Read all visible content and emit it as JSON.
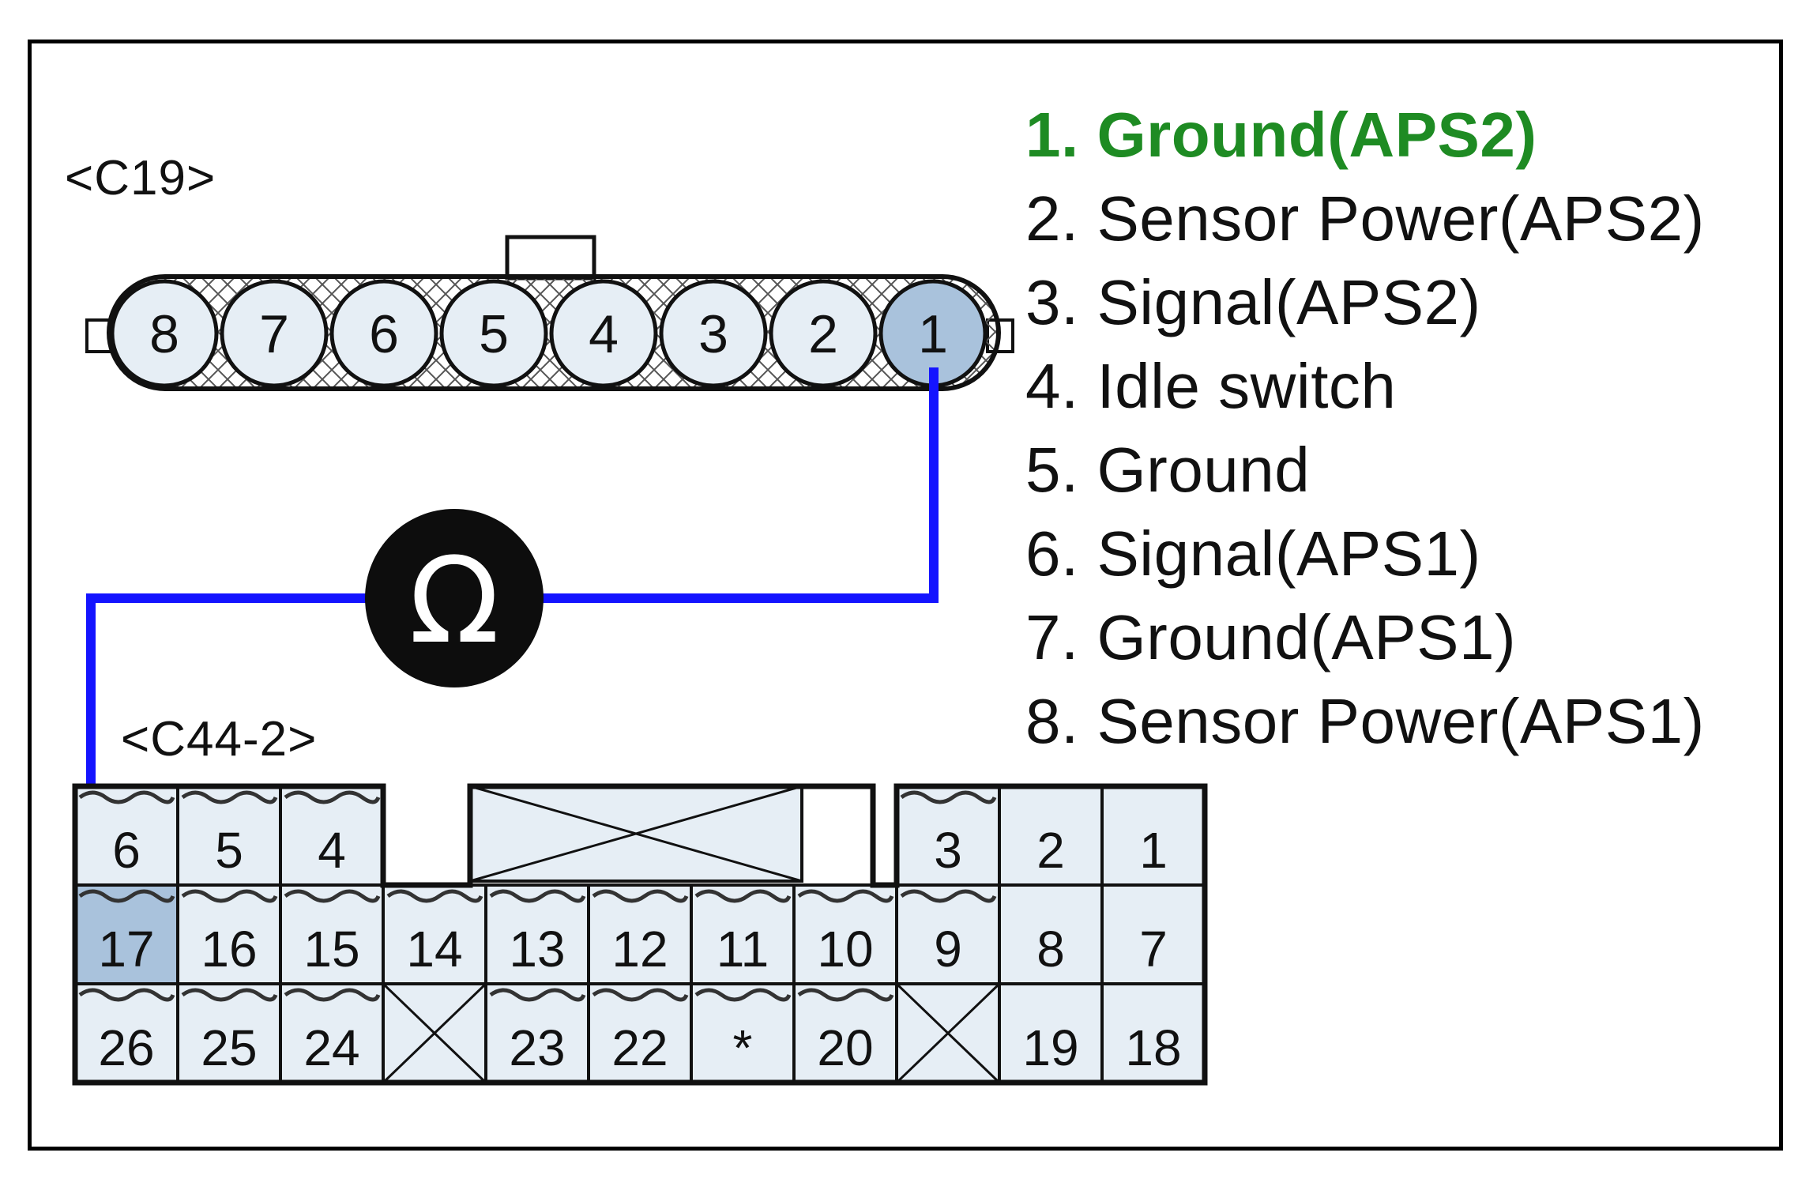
{
  "connector_c19": {
    "label": "<C19>",
    "pins": [
      "8",
      "7",
      "6",
      "5",
      "4",
      "3",
      "2",
      "1"
    ],
    "highlighted_pin": "1"
  },
  "connector_c44": {
    "label": "<C44-2>",
    "row1": [
      "6",
      "5",
      "4",
      "3",
      "2",
      "1"
    ],
    "row2": [
      "17",
      "16",
      "15",
      "14",
      "13",
      "12",
      "11",
      "10",
      "9",
      "8",
      "7"
    ],
    "row3": [
      "26",
      "25",
      "24",
      "23",
      "22",
      "*",
      "20",
      "19",
      "18"
    ],
    "highlighted_pin": "17"
  },
  "meter": {
    "icon": "ohm-meter-icon",
    "symbol": "Ω"
  },
  "legend": [
    {
      "text": "1. Ground(APS2)",
      "highlighted": true
    },
    {
      "text": "2. Sensor Power(APS2)",
      "highlighted": false
    },
    {
      "text": "3. Signal(APS2)",
      "highlighted": false
    },
    {
      "text": "4. Idle switch",
      "highlighted": false
    },
    {
      "text": "5. Ground",
      "highlighted": false
    },
    {
      "text": "6. Signal(APS1)",
      "highlighted": false
    },
    {
      "text": "7. Ground(APS1)",
      "highlighted": false
    },
    {
      "text": "8. Sensor Power(APS1)",
      "highlighted": false
    }
  ],
  "colors": {
    "wire": "#1414ff",
    "highlight_pin": "#a9c2dc",
    "pin_fill": "#e6eef5",
    "legend_highlight": "#1e8b23"
  }
}
